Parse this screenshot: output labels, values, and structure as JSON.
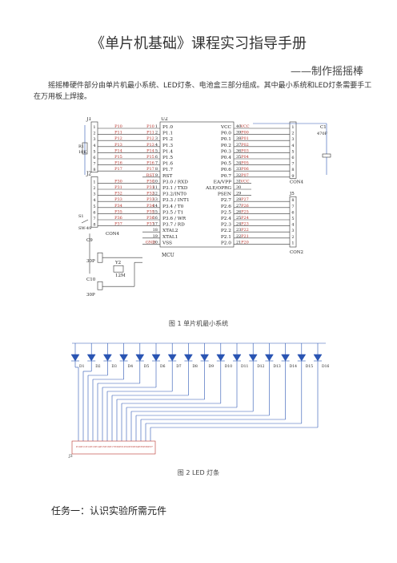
{
  "document": {
    "title": "《单片机基础》课程实习指导手册",
    "subtitle": "——制作摇摇棒",
    "intro": "摇摇棒硬件部分由单片机最小系统、LED灯条、电池盒三部分组成。其中最小系统和LED灯条需要手工在万用板上焊接。",
    "figure1_caption": "图 1 单片机最小系统",
    "figure2_caption": "图 2 LED 灯条",
    "section_heading": "任务一：认识实验所需元件"
  },
  "schematic": {
    "mcu_ref": "U2",
    "mcu_name": "MCU",
    "mcu_left_pins": [
      "P1.0",
      "P1.1",
      "P1.2",
      "P1.3",
      "P1.4",
      "P1.5",
      "P1.6",
      "P1.7",
      "RST",
      "P3.0 / RXD",
      "P3.1 / TXD",
      "P3.2/INT0",
      "P3.3 / INT1",
      "P3.4 / T0",
      "P3.5 / T1",
      "P3.6 / WR",
      "P3.7 / RD",
      "XTAL2",
      "XTAL1",
      "VSS"
    ],
    "mcu_right_pins": [
      "VCC",
      "P0.0",
      "P0.1",
      "P0.2",
      "P0.3",
      "P0.4",
      "P0.5",
      "P0.6",
      "P0.7",
      "EA/VPP",
      "ALE/OPRG",
      "PSEN",
      "P2.7",
      "P2.6",
      "P2.5",
      "P2.4",
      "P2.3",
      "P2.2",
      "P2.1",
      "P2.0"
    ],
    "left_pin_nums": [
      "1",
      "2",
      "3",
      "4",
      "5",
      "6",
      "7",
      "8",
      "9",
      "10",
      "11",
      "12",
      "13",
      "14",
      "15",
      "16",
      "17",
      "18",
      "19",
      "20"
    ],
    "right_pin_nums": [
      "40",
      "39",
      "38",
      "37",
      "36",
      "35",
      "34",
      "33",
      "32",
      "31",
      "30",
      "29",
      "28",
      "27",
      "26",
      "25",
      "24",
      "23",
      "22",
      "21"
    ],
    "left_nets": [
      "P10",
      "P11",
      "P12",
      "P13",
      "P14",
      "P15",
      "P16",
      "P17",
      "RST",
      "P30",
      "P31",
      "P32",
      "P33",
      "P34",
      "P35",
      "P36",
      "P37",
      "",
      "",
      "GND"
    ],
    "right_nets": [
      "VCC",
      "P00",
      "P01",
      "P02",
      "P03",
      "P04",
      "P05",
      "P06",
      "P07",
      "VCC",
      "",
      "",
      "P27",
      "P26",
      "P25",
      "P24",
      "P23",
      "P22",
      "P21",
      "P20"
    ],
    "j1_ref": "J1",
    "j1_pins": [
      "1",
      "2",
      "3",
      "4",
      "5",
      "6",
      "7",
      "8"
    ],
    "j1_nets": [
      "P10",
      "P11",
      "P12",
      "P13",
      "P14",
      "P15",
      "P16",
      "P17"
    ],
    "j2_ref": "J2",
    "j2_pins": [
      "1",
      "2",
      "3",
      "4",
      "5",
      "6",
      "7",
      "8"
    ],
    "j2_nets": [
      "P30",
      "P31",
      "P32",
      "P33",
      "P34",
      "P35",
      "P36",
      "P37"
    ],
    "con4_pins": [
      "1",
      "2",
      "3",
      "4",
      "5",
      "6",
      "7",
      "8",
      "9"
    ],
    "con4_label": "CON4",
    "j5_ref": "J5",
    "j5_pins": [
      "8",
      "7",
      "6",
      "5",
      "4",
      "3",
      "2",
      "1"
    ],
    "con2_label": "CON2",
    "con4_left_label": "CON4",
    "r1_ref": "R1",
    "r1_value": "10K",
    "s1_ref": "S1",
    "s1_value": "SW-49",
    "c1_ref": "C1",
    "c1_value": "470F",
    "c9_ref": "C9",
    "c9_value": "30P",
    "c10_ref": "C10",
    "c10_value": "30P",
    "y2_ref": "Y2",
    "y2_value": "12M"
  },
  "ledbar": {
    "led_count": 16,
    "led_labels": [
      "D1",
      "D2",
      "D3",
      "D4",
      "D5",
      "D6",
      "D7",
      "D8",
      "D9",
      "D10",
      "D11",
      "D12",
      "D13",
      "D14",
      "D15",
      "D16"
    ],
    "header_ref": "J3",
    "header_pins": [
      "P10",
      "P11",
      "P12",
      "P13",
      "P14",
      "P15",
      "P16",
      "P17",
      "P30",
      "P31",
      "P32",
      "P33",
      "P34",
      "P35",
      "P36",
      "P37"
    ]
  }
}
